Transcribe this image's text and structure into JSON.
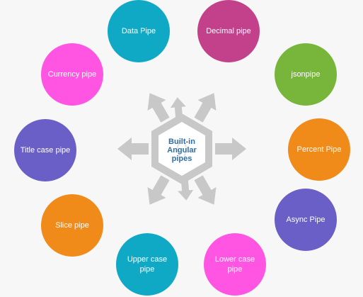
{
  "center": {
    "label_lines": [
      "Built-in",
      "Angular",
      "pipes"
    ],
    "hub_color": "#c8c8c8",
    "hub_inner": "#ffffff"
  },
  "nodes": [
    {
      "id": "data-pipe",
      "label": "Data Pipe",
      "color": "#0fa9c5"
    },
    {
      "id": "decimal-pipe",
      "label": "Decimal pipe",
      "color": "#c2418a"
    },
    {
      "id": "json-pipe",
      "label": "jsonpipe",
      "color": "#77b53b"
    },
    {
      "id": "percent-pipe",
      "label": "Percent Pipe",
      "color": "#f08a19"
    },
    {
      "id": "async-pipe",
      "label": "Async Pipe",
      "color": "#6a5fc6"
    },
    {
      "id": "lower-case-pipe",
      "label": "Lower case pipe",
      "color": "#ff55e2"
    },
    {
      "id": "upper-case-pipe",
      "label": "Upper case pipe",
      "color": "#0fa9c5"
    },
    {
      "id": "slice-pipe",
      "label": "Slice pipe",
      "color": "#f08a19"
    },
    {
      "id": "title-case-pipe",
      "label": "Title case pipe",
      "color": "#6a5fc6"
    },
    {
      "id": "currency-pipe",
      "label": "Currency pipe",
      "color": "#ff55e2"
    }
  ]
}
